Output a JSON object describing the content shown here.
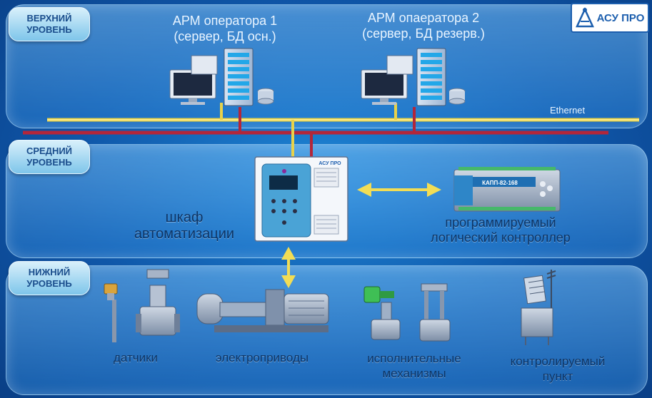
{
  "logo": {
    "text": "АСУ ПРО"
  },
  "levels": {
    "upper": "ВЕРХНИЙ\nУРОВЕНЬ",
    "middle": "СРЕДНИЙ\nУРОВЕНЬ",
    "lower": "НИЖНИЙ\nУРОВЕНЬ"
  },
  "upper_level": {
    "arm1": "АРМ оператора 1\n(сервер, БД осн.)",
    "arm2": "АРМ опаератора 2\n(сервер, БД резерв.)",
    "network": "Ethernet"
  },
  "middle_level": {
    "cabinet": "шкаф\nавтоматизации",
    "cabinet_badge": "АСУ ПРО",
    "plc": "программируемый\nлогический контроллер",
    "plc_model": "КАПП-82-168"
  },
  "lower_level": {
    "sensors": "датчики",
    "drives": "электроприводы",
    "actuators": "исполнительные\nмеханизмы",
    "point": "контролируемый\nпункт"
  },
  "colors": {
    "ethernet_line": "#e8d24a",
    "bus_line": "#b3263a",
    "arrow": "#f2dd55",
    "label_text": "#0d3566"
  }
}
